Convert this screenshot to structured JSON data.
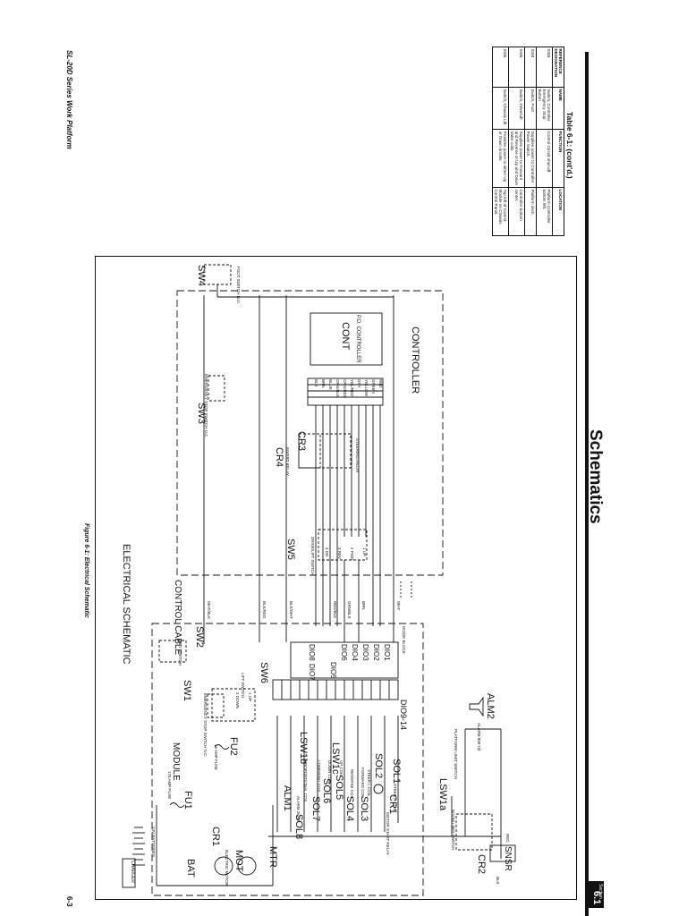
{
  "header": {
    "title": "Schematics",
    "section_word": "Section",
    "section_number": "6.1"
  },
  "table": {
    "caption": "Table 6-1: (cont'd.)",
    "columns": [
      "REFERENCE DESIGNATION",
      "NAME",
      "FUNCTION",
      "LOCATION"
    ],
    "rows": [
      [
        "SW3",
        "Switch, Controller Emergency Stop Button",
        "Control Circuit shut-off.",
        "Platform Controller bottom left."
      ],
      [
        "SW4",
        "Switch, Foot",
        "Supplies power to Controller Power Switch.",
        "Platform deck."
      ],
      [
        "SW5",
        "Switch, Drive/Lift",
        "Supplies power to Forward and Reverse or Up and Down Valve coils.",
        "Controller bottom center."
      ],
      [
        "SW6",
        "Switch, Chassis Lift",
        "Provides power to either Up or Down circuits.",
        "Top left of Control Module on Chassis Control Panel."
      ]
    ]
  },
  "schematic": {
    "controller_label": "CONTROLLER",
    "pd_controller": "P.D. CONTROLLER",
    "cont": "CONT",
    "electrical_schematic": "ELECTRICAL SCHEMATIC",
    "control_cable": "CONTROL CABLE",
    "module": "MODULE",
    "wire_colors": [
      "RED",
      "GREEN",
      "YELLOW",
      "GRY",
      "YEL/RED",
      "ORG/RED",
      "ORG/BLK",
      "BLUE",
      "BRN",
      "BLK"
    ],
    "sw4": "SW4",
    "foot_switch": "FOOT SWITCH N.O.",
    "sw3": "SW3",
    "estop_switch": "EMERGENCY STOP SWITCH N.C.",
    "cr3": "CR3",
    "steering_relay": "STEERING RELAY",
    "cr4": "CR4",
    "invert_relay": "INVERT RELAY",
    "sw5": "SW5",
    "drive_lift_switch": "DRIVE/LIFT SWITCH",
    "sw5_positions": [
      "1 UP",
      "2 FWD",
      "3 REV",
      "4 DN"
    ],
    "diode_block": "DIODE BLOCK",
    "diodes": [
      "DIO1",
      "DIO2",
      "DIO3",
      "DIO4",
      "DIO6",
      "DIO5",
      "DIO8",
      "DIO7"
    ],
    "dio_range": "DIO9-14",
    "sw2": "SW2",
    "key_switch": "KEY SWITCH",
    "sw6": "SW6",
    "lift_switch": "LIFT SWITCH",
    "sw6_positions": [
      "1 UP",
      "2 DOWN"
    ],
    "sw1": "SW1",
    "estop_sw1": "EMERGENCY STOP SWITCH N.C.",
    "fu2": "FU2",
    "fuse_15": "15 AMP FUSE",
    "fu1": "FU1",
    "fuse_175": "175 AMP FUSE",
    "alm2": "ALM2",
    "alarm_2": "ALARM 800 HZ",
    "platform_limit": "PLATFORM LIMIT SWITCH",
    "alm1": "ALM1",
    "alarm_1": "ALARM 2KHZ",
    "lsw1a": "LSW1a",
    "lsw1b": "LSW1b",
    "lsw1c": "LSW1c",
    "boom_limit": "BOOM LIMIT SWITCH",
    "sol1": "SOL1",
    "sol1_desc": "STEER R COIL",
    "sol2": "SOL2",
    "sol2_desc": "STEER L COIL",
    "sol3": "SOL3",
    "sol3_desc": "FORWARD COIL",
    "sol4": "SOL4",
    "sol4_desc": "REVERSE COIL",
    "sol5": "SOL5",
    "sol5_desc": "UP COIL",
    "sol6": "SOL6",
    "sol6_desc": "DOWN COIL",
    "sol7": "SOL7",
    "sol7_desc": "LOWERING COIL",
    "sol8": "SOL8",
    "sol8_desc": "PROPORTIONAL COIL",
    "cr1": "CR1",
    "motor_start_relay": "MOTOR START RELAY",
    "cr2": "CR2",
    "snsr": "SNSR",
    "mtr": "MTR",
    "mot": "MOT",
    "motor_desc": "ELECTRIC MOTOR",
    "bat": "BAT",
    "batteries": "24V BATTERIES",
    "charger": "CHARGER",
    "wire_notes": [
      "WHT",
      "BLK/WHT",
      "BLK/RED",
      "WHT/BLK",
      "BRN",
      "GRN/BLK",
      "RED/BLK",
      "RED",
      "BLK"
    ]
  },
  "figure_caption": "Figure 6-1: Electrical Schematic",
  "footer": {
    "left": "SL-20D Series Work Platform",
    "right": "6-3"
  }
}
